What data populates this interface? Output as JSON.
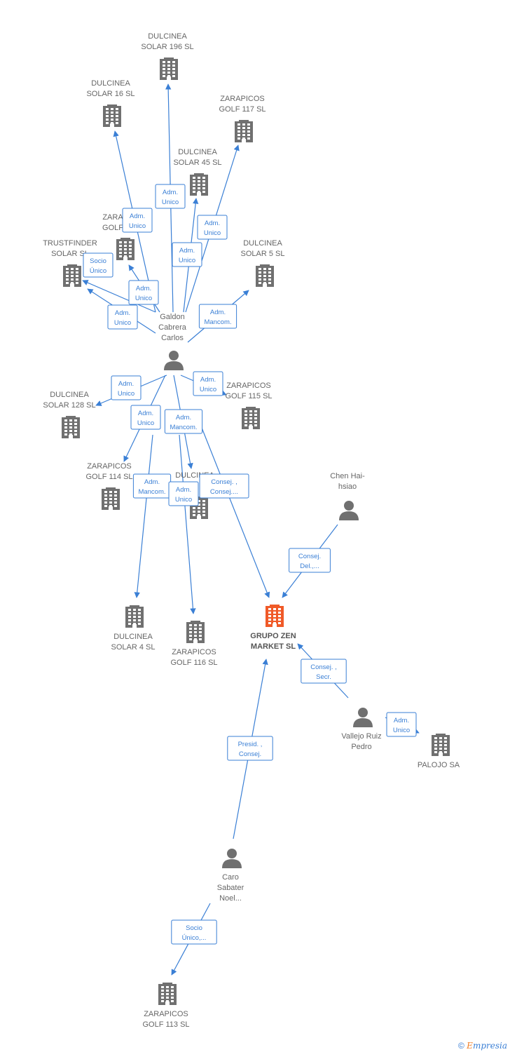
{
  "colors": {
    "edge": "#3a7fd5",
    "company": "#707070",
    "focus_company": "#f05a28",
    "person": "#707070",
    "label": "#666666"
  },
  "nodes": [
    {
      "id": "dulcinea-solar-196",
      "type": "company",
      "lines": [
        "DULCINEA",
        "SOLAR 196 SL"
      ]
    },
    {
      "id": "dulcinea-solar-16",
      "type": "company",
      "lines": [
        "DULCINEA",
        "SOLAR 16 SL"
      ]
    },
    {
      "id": "zarapicos-golf-117",
      "type": "company",
      "lines": [
        "ZARAPICOS",
        "GOLF 117 SL"
      ]
    },
    {
      "id": "dulcinea-solar-45",
      "type": "company",
      "lines": [
        "DULCINEA",
        "SOLAR 45 SL"
      ]
    },
    {
      "id": "zarapicos-golf-hidden",
      "type": "company",
      "lines": [
        "ZARA",
        "GOLF"
      ]
    },
    {
      "id": "trustfinder-solar",
      "type": "company",
      "lines": [
        "TRUSTFINDER",
        "SOLAR SL"
      ]
    },
    {
      "id": "dulcinea-solar-5",
      "type": "company",
      "lines": [
        "DULCINEA",
        "SOLAR 5 SL"
      ]
    },
    {
      "id": "galdon-cabrera-carlos",
      "type": "person",
      "lines": [
        "Galdon",
        "Cabrera",
        "Carlos"
      ]
    },
    {
      "id": "dulcinea-solar-128",
      "type": "company",
      "lines": [
        "DULCINEA",
        "SOLAR 128 SL"
      ]
    },
    {
      "id": "zarapicos-golf-115",
      "type": "company",
      "lines": [
        "ZARAPICOS",
        "GOLF 115 SL"
      ]
    },
    {
      "id": "zarapicos-golf-114",
      "type": "company",
      "lines": [
        "ZARAPICOS",
        "GOLF 114 SL"
      ]
    },
    {
      "id": "dulcinea-hidden",
      "type": "company",
      "lines": [
        "DULCINEA"
      ]
    },
    {
      "id": "chen-hai-hsiao",
      "type": "person",
      "lines": [
        "Chen Hai-",
        "hsiao"
      ]
    },
    {
      "id": "dulcinea-solar-4",
      "type": "company",
      "lines": [
        "DULCINEA",
        "SOLAR 4 SL"
      ]
    },
    {
      "id": "zarapicos-golf-116",
      "type": "company",
      "lines": [
        "ZARAPICOS",
        "GOLF 116 SL"
      ]
    },
    {
      "id": "grupo-zen-market",
      "type": "focus",
      "lines": [
        "GRUPO ZEN",
        "MARKET SL"
      ]
    },
    {
      "id": "vallejo-ruiz-pedro",
      "type": "person",
      "lines": [
        "Vallejo Ruiz",
        "Pedro"
      ]
    },
    {
      "id": "palojo-sa",
      "type": "company",
      "lines": [
        "PALOJO SA"
      ]
    },
    {
      "id": "caro-sabater-noel",
      "type": "person",
      "lines": [
        "Caro",
        "Sabater",
        "Noel..."
      ]
    },
    {
      "id": "zarapicos-golf-113",
      "type": "company",
      "lines": [
        "ZARAPICOS",
        "GOLF 113 SL"
      ]
    }
  ],
  "relations": [
    {
      "from": "galdon-cabrera-carlos",
      "to": "dulcinea-solar-196",
      "label": [
        "Adm.",
        "Unico"
      ]
    },
    {
      "from": "galdon-cabrera-carlos",
      "to": "dulcinea-solar-16",
      "label": [
        "Adm.",
        "Unico"
      ]
    },
    {
      "from": "galdon-cabrera-carlos",
      "to": "zarapicos-golf-117",
      "label": [
        "Adm.",
        "Unico"
      ]
    },
    {
      "from": "galdon-cabrera-carlos",
      "to": "dulcinea-solar-45",
      "label": [
        "Adm.",
        "Unico"
      ]
    },
    {
      "from": "galdon-cabrera-carlos",
      "to": "zarapicos-golf-hidden",
      "label": [
        "Adm.",
        "Unico"
      ]
    },
    {
      "from": "galdon-cabrera-carlos",
      "to": "trustfinder-solar",
      "label": [
        "Adm.",
        "Unico"
      ]
    },
    {
      "from": "galdon-cabrera-carlos",
      "to": "trustfinder-solar",
      "label": [
        "Socio",
        "Único"
      ]
    },
    {
      "from": "galdon-cabrera-carlos",
      "to": "dulcinea-solar-5",
      "label": [
        "Adm.",
        "Mancom."
      ]
    },
    {
      "from": "galdon-cabrera-carlos",
      "to": "dulcinea-solar-128",
      "label": [
        "Adm.",
        "Unico"
      ]
    },
    {
      "from": "galdon-cabrera-carlos",
      "to": "zarapicos-golf-115",
      "label": [
        "Adm.",
        "Unico"
      ]
    },
    {
      "from": "galdon-cabrera-carlos",
      "to": "zarapicos-golf-114",
      "label": [
        "Adm.",
        "Unico"
      ]
    },
    {
      "from": "galdon-cabrera-carlos",
      "to": "dulcinea-hidden",
      "label": [
        "Adm.",
        "Mancom."
      ]
    },
    {
      "from": "galdon-cabrera-carlos",
      "to": "dulcinea-solar-4",
      "label": [
        "Adm.",
        "Mancom."
      ]
    },
    {
      "from": "galdon-cabrera-carlos",
      "to": "zarapicos-golf-116",
      "label": [
        "Adm.",
        "Unico"
      ]
    },
    {
      "from": "galdon-cabrera-carlos",
      "to": "grupo-zen-market",
      "label": [
        "Consej. ,",
        "Consej...."
      ]
    },
    {
      "from": "chen-hai-hsiao",
      "to": "grupo-zen-market",
      "label": [
        "Consej.",
        "Del.,..."
      ]
    },
    {
      "from": "vallejo-ruiz-pedro",
      "to": "grupo-zen-market",
      "label": [
        "Consej. ,",
        "Secr."
      ]
    },
    {
      "from": "vallejo-ruiz-pedro",
      "to": "palojo-sa",
      "label": [
        "Adm.",
        "Unico"
      ]
    },
    {
      "from": "caro-sabater-noel",
      "to": "grupo-zen-market",
      "label": [
        "Presid. ,",
        "Consej."
      ]
    },
    {
      "from": "caro-sabater-noel",
      "to": "zarapicos-golf-113",
      "label": [
        "Socio",
        "Único,..."
      ]
    }
  ],
  "footer": {
    "copyright": "©",
    "brand_initial": "E",
    "brand_rest": "mpresia"
  }
}
